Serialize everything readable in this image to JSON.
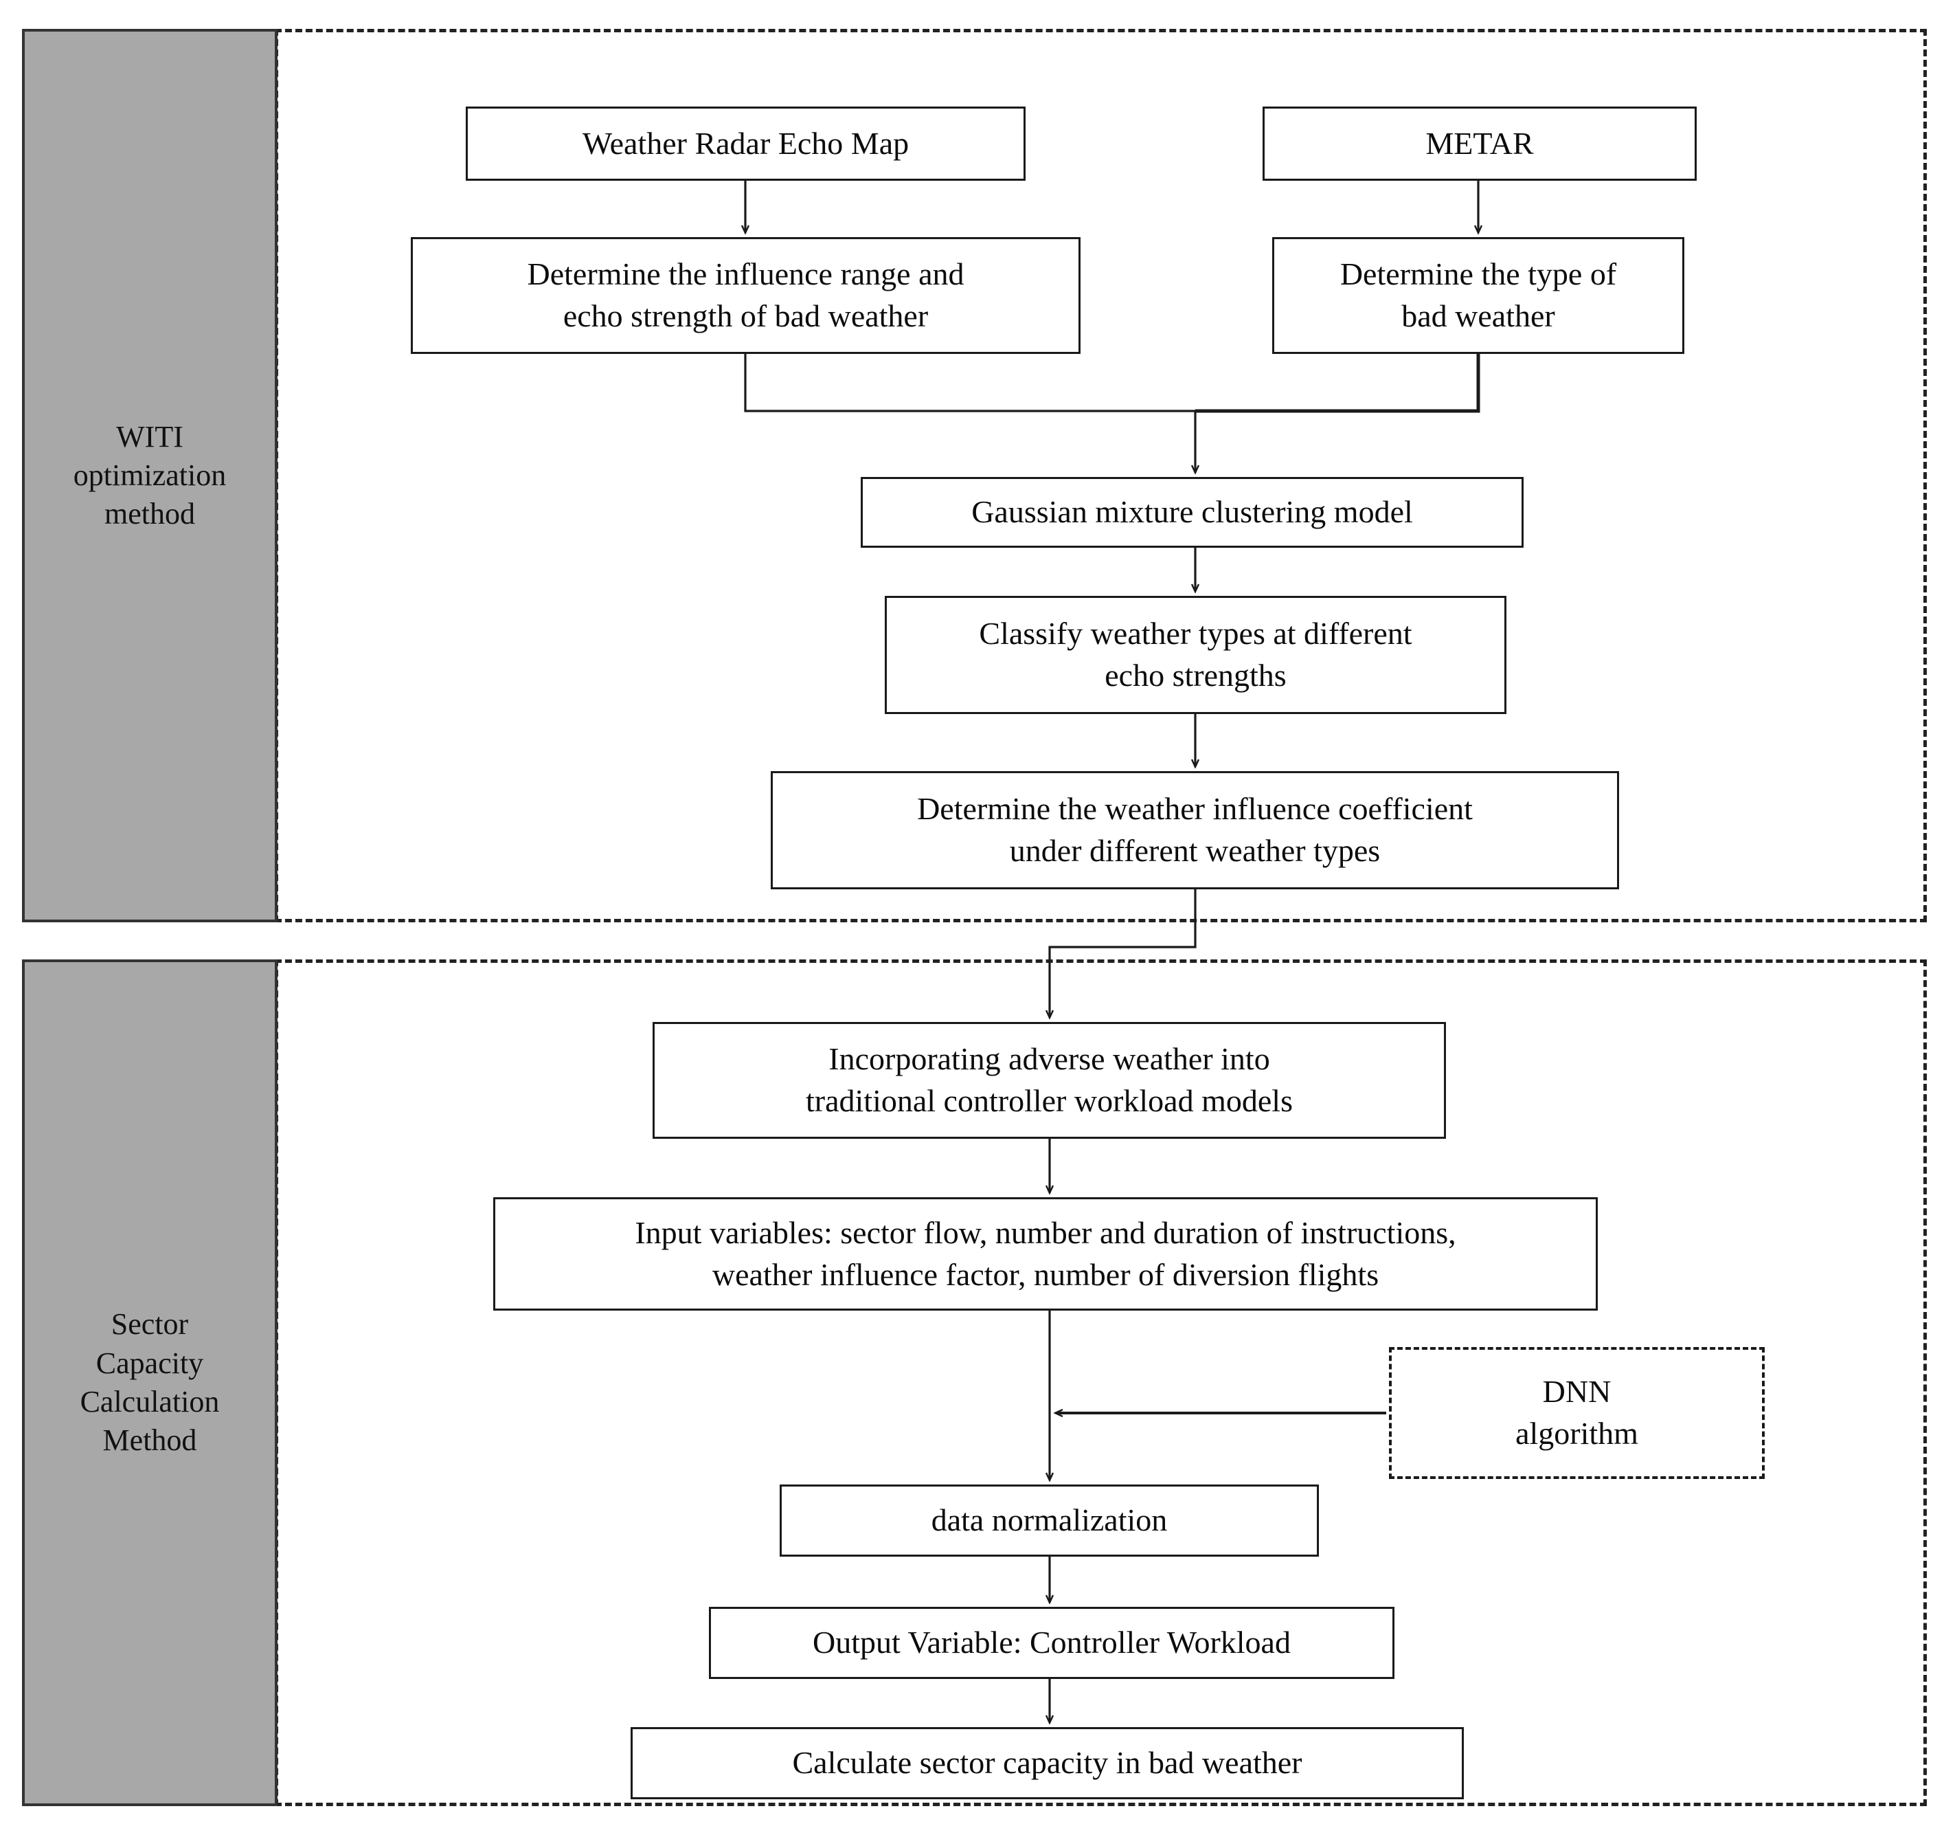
{
  "diagram": {
    "title": "WITI optimization and sector capacity calculation flowchart",
    "sections": [
      {
        "id": "witi",
        "label": "WITI\noptimization\nmethod"
      },
      {
        "id": "sector-capacity",
        "label": "Sector\nCapacity\nCalculation\nMethod"
      }
    ],
    "nodes": {
      "weather_radar": "Weather Radar Echo Map",
      "metar": "METAR",
      "influence_range": "Determine the influence range and\necho strength of bad weather",
      "weather_type": "Determine the type of\nbad weather",
      "gmm": "Gaussian mixture clustering model",
      "classify": "Classify weather types at different\necho strengths",
      "coefficient": "Determine the weather influence coefficient\nunder different weather types",
      "incorporating": "Incorporating adverse weather into\ntraditional controller workload models",
      "input_variables": "Input variables: sector flow, number and duration of instructions,\nweather influence factor, number of diversion flights",
      "dnn": "DNN\nalgorithm",
      "data_normalization": "data normalization",
      "output_variable": "Output Variable: Controller Workload",
      "calculate_capacity": "Calculate sector capacity in bad weather"
    },
    "edges": [
      {
        "from": "weather_radar",
        "to": "influence_range",
        "style": "solid-arrow"
      },
      {
        "from": "metar",
        "to": "weather_type",
        "style": "solid-arrow"
      },
      {
        "from": "influence_range",
        "to": "gmm",
        "style": "elbow-merge-arrow"
      },
      {
        "from": "weather_type",
        "to": "gmm",
        "style": "elbow-merge-arrow"
      },
      {
        "from": "gmm",
        "to": "classify",
        "style": "solid-arrow"
      },
      {
        "from": "classify",
        "to": "coefficient",
        "style": "solid-arrow"
      },
      {
        "from": "coefficient",
        "to": "incorporating",
        "style": "elbow-arrow-cross-section"
      },
      {
        "from": "incorporating",
        "to": "input_variables",
        "style": "solid-arrow"
      },
      {
        "from": "dnn",
        "to": "input_variables_to_normalization_link",
        "style": "left-arrow"
      },
      {
        "from": "input_variables",
        "to": "data_normalization",
        "style": "solid-arrow"
      },
      {
        "from": "data_normalization",
        "to": "output_variable",
        "style": "solid-arrow"
      },
      {
        "from": "output_variable",
        "to": "calculate_capacity",
        "style": "solid-arrow"
      }
    ],
    "colors": {
      "panel_fill": "#a8a8a8",
      "panel_border": "#333333",
      "node_border": "#1a1a1a",
      "node_fill": "#ffffff",
      "connector": "#1a1a1a",
      "section_border": "#222222",
      "background": "#ffffff"
    }
  }
}
